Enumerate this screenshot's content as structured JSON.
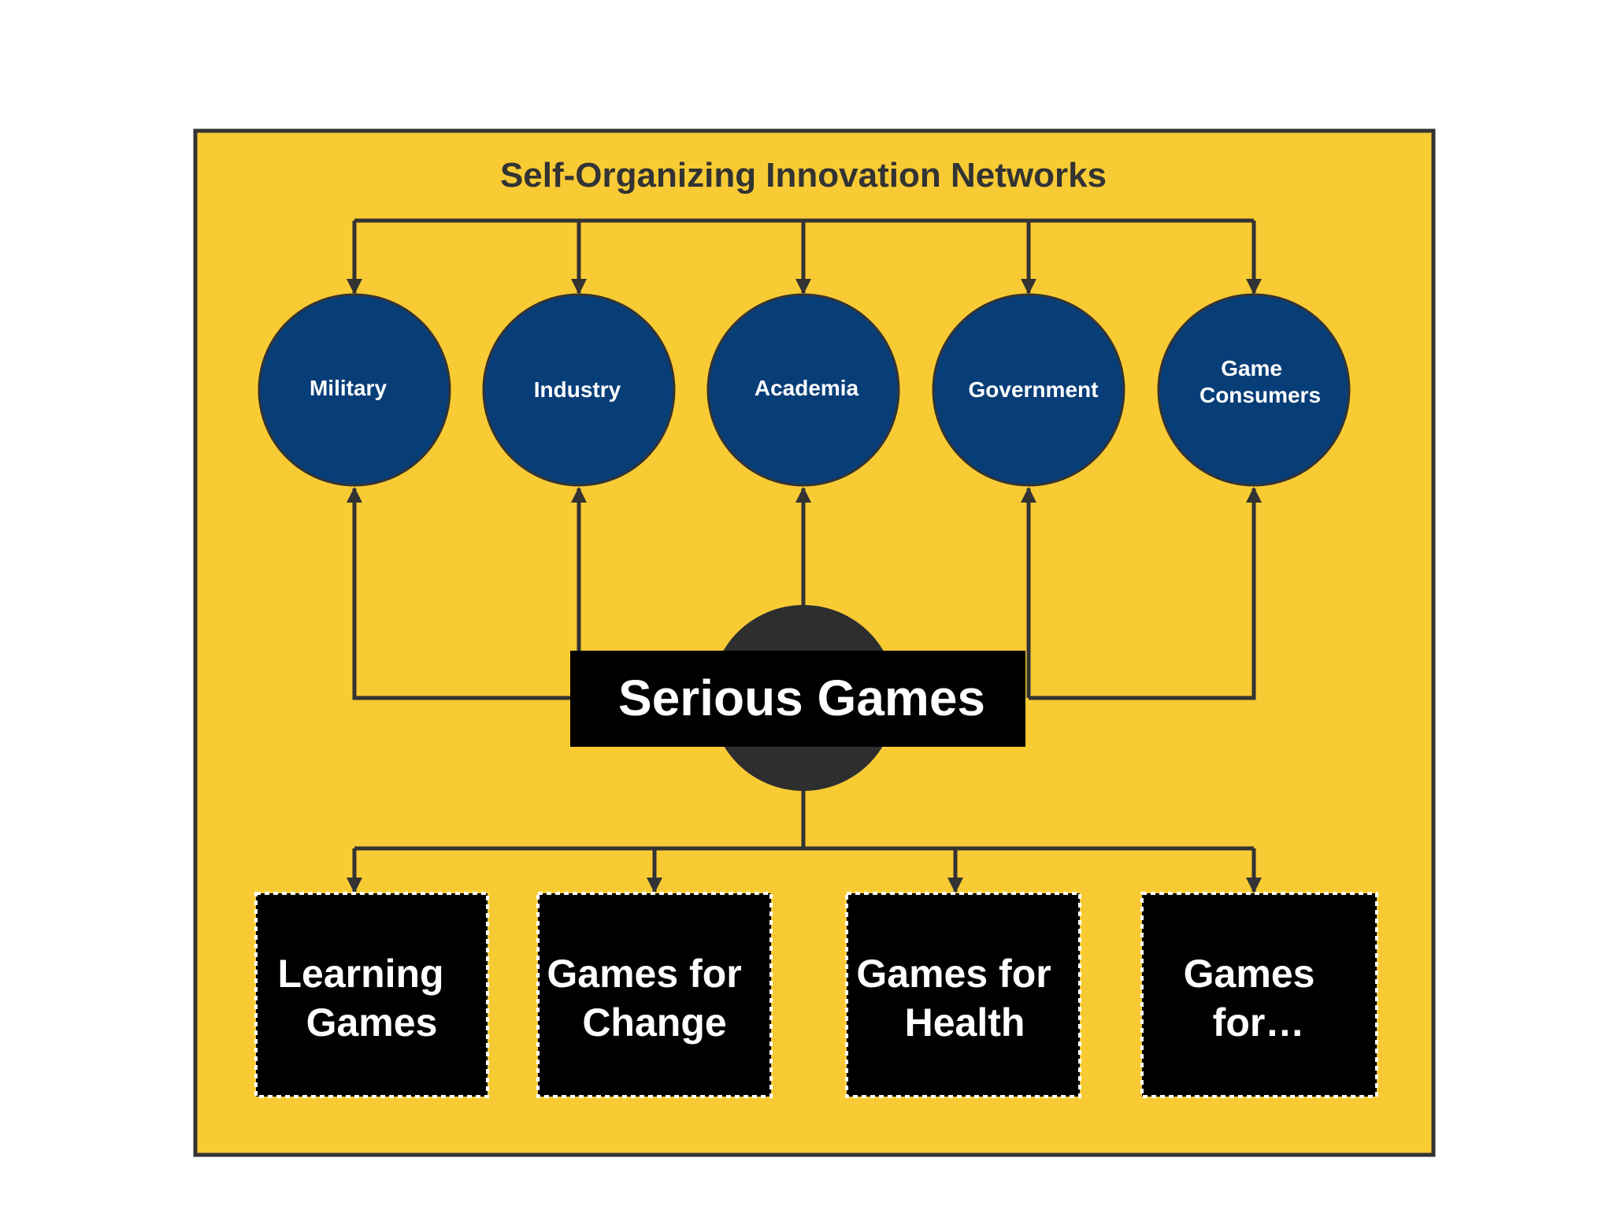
{
  "title": "Self-Organizing Innovation Networks",
  "sectors": [
    {
      "id": "military",
      "lines": [
        "Military"
      ]
    },
    {
      "id": "industry",
      "lines": [
        "Industry"
      ]
    },
    {
      "id": "academia",
      "lines": [
        "Academia"
      ]
    },
    {
      "id": "government",
      "lines": [
        "Government"
      ]
    },
    {
      "id": "game-consumers",
      "lines": [
        "Game",
        "Consumers"
      ]
    }
  ],
  "hub": {
    "label": "Serious Games"
  },
  "categories": [
    {
      "id": "learning-games",
      "lines": [
        "Learning",
        "Games"
      ]
    },
    {
      "id": "games-for-change",
      "lines": [
        "Games for",
        "Change"
      ]
    },
    {
      "id": "games-for-health",
      "lines": [
        "Games for",
        "Health"
      ]
    },
    {
      "id": "games-for-more",
      "lines": [
        "Games",
        "for…"
      ]
    }
  ],
  "colors": {
    "panel": "#F8CB35",
    "border": "#333333",
    "node": "#083E78",
    "node_text": "#FFFFFF",
    "line": "#333333",
    "hub_circle": "#2E2E2E",
    "box": "#000000",
    "box_text": "#FFFFFF",
    "title_text": "#333333"
  }
}
